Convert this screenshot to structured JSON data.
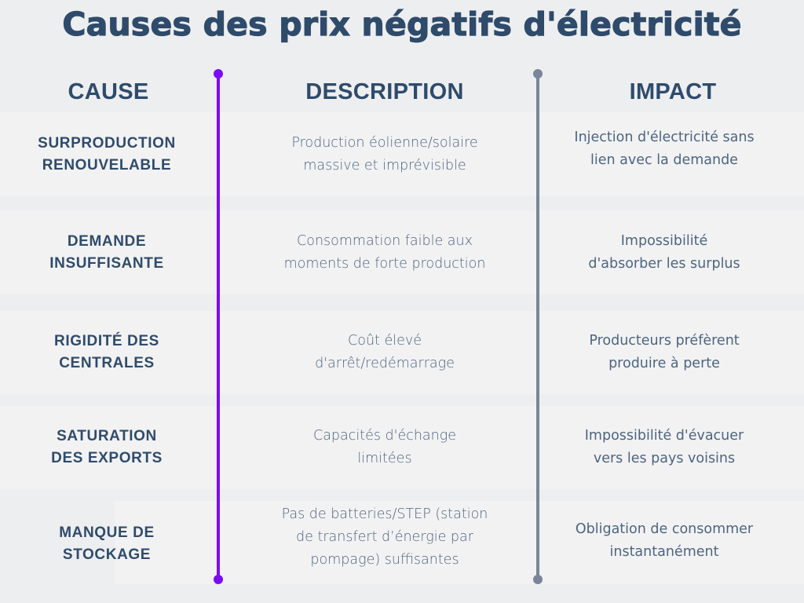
{
  "title": "Causes des prix négatifs d'électricité",
  "headers": {
    "cause": "CAUSE",
    "description": "DESCRIPTION",
    "impact": "IMPACT"
  },
  "colors": {
    "title": "#2f4b6b",
    "background": "#edeef0",
    "row_background": "#f2f2f3",
    "divider_left": "#7b0cf5",
    "divider_right": "#7a8599",
    "body_text": "#4d6580"
  },
  "rows": [
    {
      "cause": "SURPRODUCTION\nRENOUVELABLE",
      "description": "Production éolienne/solaire\nmassive et imprévisible",
      "impact": "Injection d'électricité sans\nlien avec la demande"
    },
    {
      "cause": "DEMANDE\nINSUFFISANTE",
      "description": "Consommation faible aux\nmoments de forte production",
      "impact": "Impossibilité\nd'absorber les surplus"
    },
    {
      "cause": "RIGIDITÉ DES\nCENTRALES",
      "description": "Coût élevé\nd'arrêt/redémarrage",
      "impact": "Producteurs préfèrent\nproduire à perte"
    },
    {
      "cause": "SATURATION\nDES EXPORTS",
      "description": "Capacités d'échange\nlimitées",
      "impact": "Impossibilité d'évacuer\nvers les pays voisins"
    },
    {
      "cause": "MANQUE DE\nSTOCKAGE",
      "description": "Pas de batteries/STEP (station\nde transfert d’énergie par\npompage) suffisantes",
      "impact": "Obligation de consommer\ninstantanément"
    }
  ]
}
